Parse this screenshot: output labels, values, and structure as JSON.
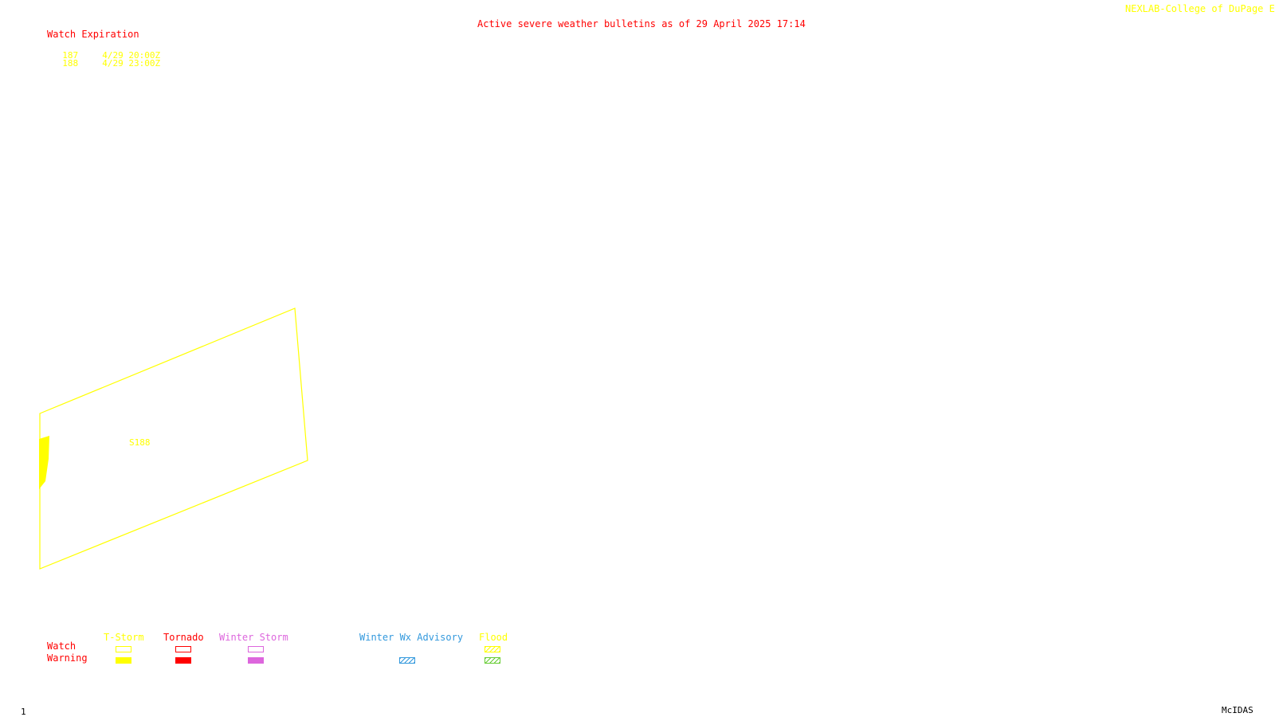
{
  "header": {
    "credit": "NEXLAB-College of DuPage E",
    "title": "Active severe weather bulletins as of 29 April 2025 17:14"
  },
  "watch_expiration": {
    "title": "Watch Expiration",
    "rows": [
      {
        "number": "187",
        "expires": "4/29 20:00Z"
      },
      {
        "number": "188",
        "expires": "4/29 23:00Z"
      }
    ]
  },
  "map": {
    "watch_label": "S188"
  },
  "legend": {
    "row_labels": {
      "watch": "Watch",
      "warning": "Warning"
    },
    "categories": [
      {
        "name": "T-Storm",
        "color": "#ffff00",
        "watch_style": "outline",
        "warning_style": "solid"
      },
      {
        "name": "Tornado",
        "color": "#ff0000",
        "watch_style": "outline",
        "warning_style": "solid"
      },
      {
        "name": "Winter Storm",
        "color": "#dd66dd",
        "watch_style": "outline",
        "warning_style": "solid"
      },
      {
        "name": "Winter Wx Advisory",
        "color": "#3399dd",
        "watch_style": "none",
        "warning_style": "hatched"
      },
      {
        "name": "Flood",
        "color": "#ffff00",
        "watch_style": "hatched",
        "warning_style": "hatched",
        "warning_color": "#66cc33"
      }
    ]
  },
  "footer": {
    "page": "1",
    "brand": "McIDAS"
  }
}
